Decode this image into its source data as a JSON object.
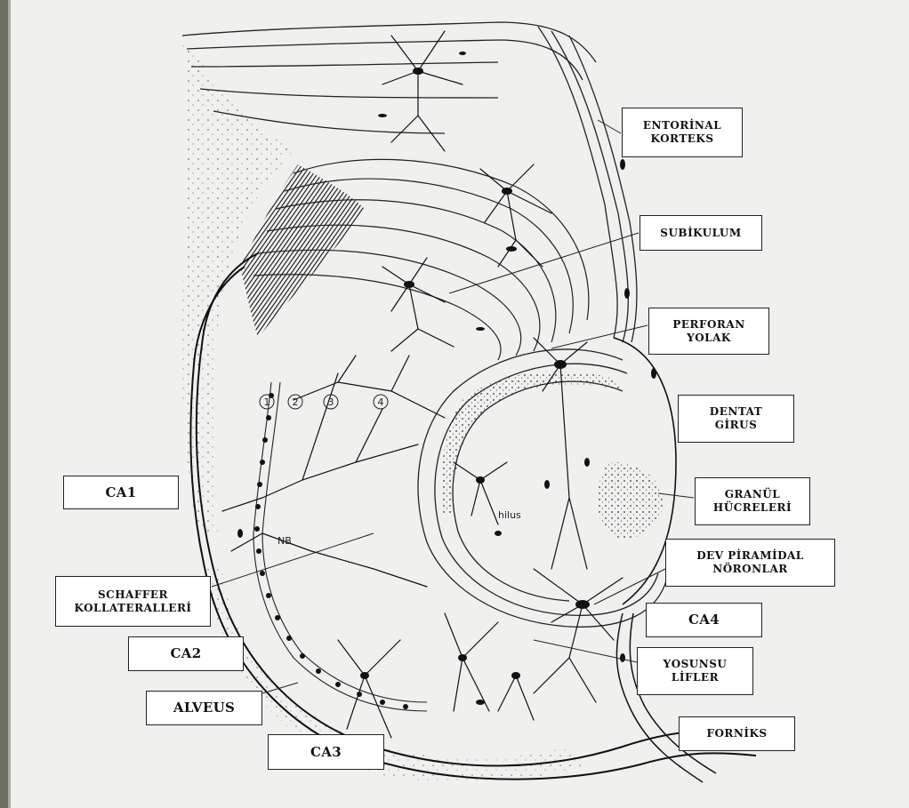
{
  "labels": {
    "entorinal": [
      "ENTORİNAL",
      "KORTEKS"
    ],
    "subikulum": [
      "SUBİKULUM"
    ],
    "perforan": [
      "PERFORAN",
      "YOLAK"
    ],
    "dentat": [
      "DENTAT",
      "GİRUS"
    ],
    "granul": [
      "GRANÜL",
      "HÜCRELERİ"
    ],
    "dev_piramidal": [
      "DEV PİRAMİDAL",
      "NÖRONLAR"
    ],
    "ca4": [
      "CA4"
    ],
    "yosunsu": [
      "YOSUNSU",
      "LİFLER"
    ],
    "forniks": [
      "FORNİKS"
    ],
    "ca1": [
      "CA1"
    ],
    "schaffer": [
      "SCHAFFER",
      "KOLLATERALLERİ"
    ],
    "ca2": [
      "CA2"
    ],
    "alveus": [
      "ALVEUS"
    ],
    "ca3": [
      "CA3"
    ]
  },
  "in_figure_text": {
    "hilus": "hilus",
    "nb": "NB",
    "layer_numbers": [
      "1",
      "2",
      "3",
      "4"
    ]
  },
  "colors": {
    "background": "#f0f0ef",
    "ink": "#111111",
    "label_fill": "#ffffff"
  }
}
